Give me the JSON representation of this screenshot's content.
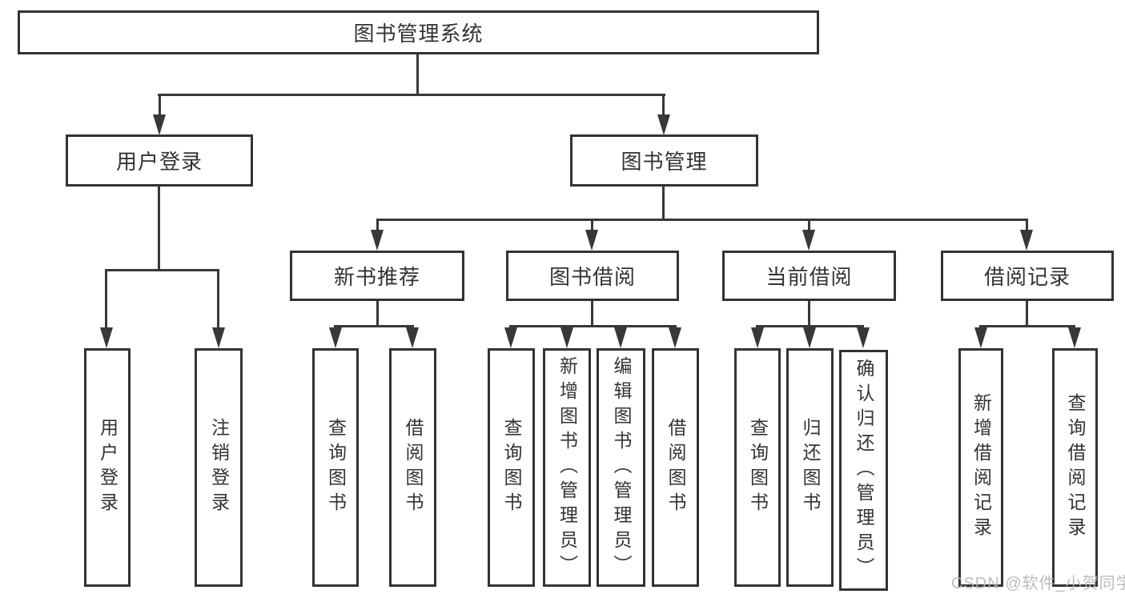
{
  "tree": {
    "root": "图书管理系统",
    "level2": {
      "user_login": "用户登录",
      "book_mgmt": "图书管理"
    },
    "level3": {
      "new_book_rec": "新书推荐",
      "book_borrow": "图书借阅",
      "current_borrow": "当前借阅",
      "borrow_records": "借阅记录"
    },
    "leaves": {
      "user_login_group": [
        "用户登录",
        "注销登录"
      ],
      "new_book_rec_group": [
        "查询图书",
        "借阅图书"
      ],
      "book_borrow_group": [
        "查询图书",
        "新增图书（管理员）",
        "编辑图书（管理员）",
        "借阅图书"
      ],
      "current_borrow_group": [
        "查询图书",
        "归还图书",
        "确认归还（管理员）"
      ],
      "borrow_records_group": [
        "新增借阅记录",
        "查询借阅记录"
      ]
    }
  },
  "watermark": "CSDN @软件_小贺同学",
  "colors": {
    "line": "#383838",
    "border": "#333333",
    "text": "#333333",
    "watermark": "#b5b5b5",
    "bg": "#ffffff"
  }
}
